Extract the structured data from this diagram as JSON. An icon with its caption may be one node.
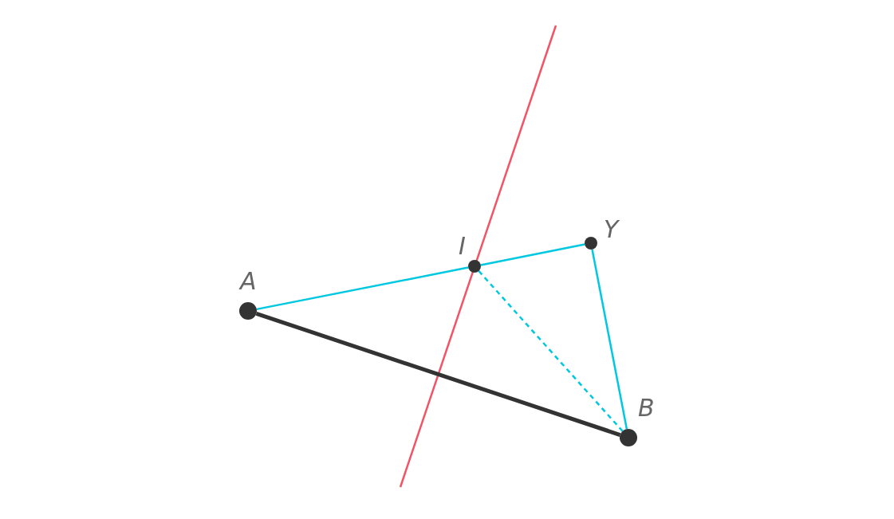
{
  "diagram": {
    "nodes": [
      {
        "text": [
          "A"
        ]
      },
      {
        "text": [
          "I"
        ]
      },
      {
        "text": [
          "Y"
        ]
      },
      {
        "text": [
          "B"
        ]
      }
    ],
    "edges": [
      {
        "from": 0,
        "to": 3,
        "arrow": "none",
        "style": "thick",
        "color": "#333333"
      },
      {
        "from": 0,
        "to": 1,
        "arrow": "none"
      },
      {
        "from": 1,
        "to": 2,
        "arrow": "none"
      },
      {
        "from": 2,
        "to": 3,
        "arrow": "none"
      },
      {
        "from": 1,
        "to": 3,
        "arrow": "none",
        "style": "dashed"
      }
    ]
  }
}
